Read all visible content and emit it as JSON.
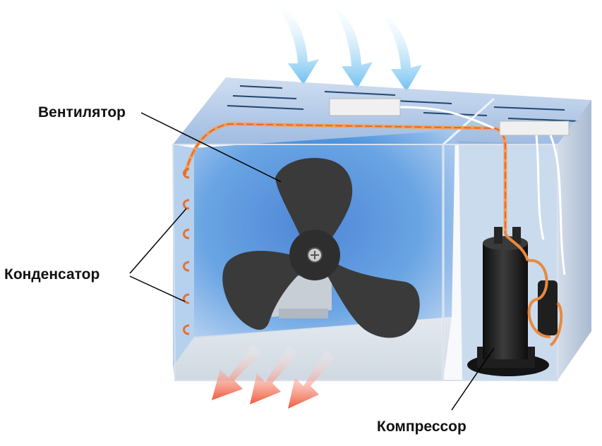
{
  "labels": {
    "fan": "Вентилятор",
    "condenser": "Конденсатор",
    "compressor": "Компрессор"
  },
  "colors": {
    "intake_arrow": "#7ec8f0",
    "exhaust_arrow": "#f0604a",
    "copper_tube": "#e8873a",
    "fan_blade": "#3a3a3a",
    "compressor": "#1e1e1e",
    "panel_blue": "#3f86d6",
    "housing": "#c9d6e6"
  },
  "icons": [
    "fan-icon",
    "compressor-icon",
    "condenser-coil-icon",
    "air-intake-arrow-icon",
    "air-exhaust-arrow-icon"
  ]
}
